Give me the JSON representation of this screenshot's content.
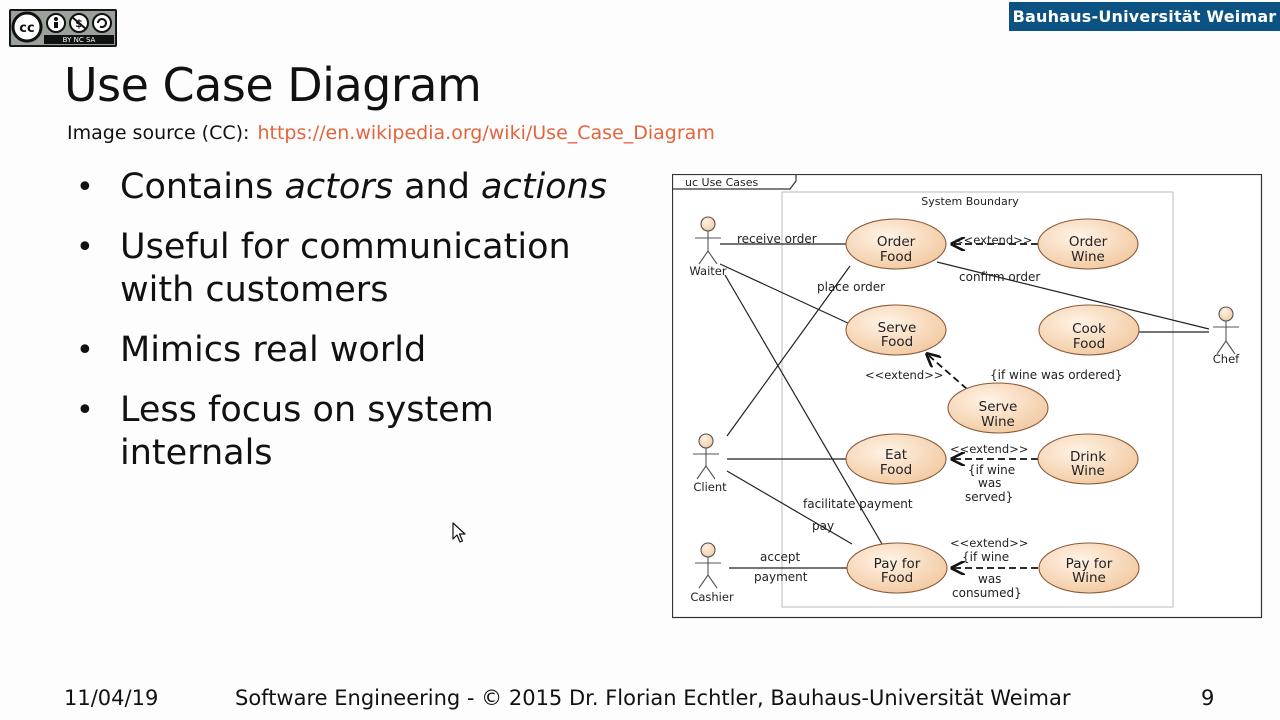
{
  "license_badge": {
    "text": "BY NC SA"
  },
  "logo": {
    "text": "Bauhaus-Universität Weimar"
  },
  "slide": {
    "title": "Use Case Diagram",
    "source_label": "Image source (CC):",
    "source_link": "https://en.wikipedia.org/wiki/Use_Case_Diagram",
    "bullets": {
      "b1_pre": "Contains ",
      "b1_em1": "actors",
      "b1_mid": " and ",
      "b1_em2": "actions",
      "b2_line1": "Useful for communication",
      "b2_line2": "with customers",
      "b3": "Mimics real world",
      "b4_line1": "Less focus on system",
      "b4_line2": "internals"
    }
  },
  "diagram": {
    "frame_label": "uc Use Cases",
    "boundary_label": "System Boundary",
    "actors": {
      "waiter": "Waiter",
      "client": "Client",
      "cashier": "Cashier",
      "chef": "Chef"
    },
    "use_cases": {
      "order_food_1": "Order",
      "order_food_2": "Food",
      "order_wine_1": "Order",
      "order_wine_2": "Wine",
      "serve_food_1": "Serve",
      "serve_food_2": "Food",
      "cook_food_1": "Cook",
      "cook_food_2": "Food",
      "serve_wine_1": "Serve",
      "serve_wine_2": "Wine",
      "eat_food_1": "Eat",
      "eat_food_2": "Food",
      "drink_wine_1": "Drink",
      "drink_wine_2": "Wine",
      "pay_food_1": "Pay for",
      "pay_food_2": "Food",
      "pay_wine_1": "Pay for",
      "pay_wine_2": "Wine"
    },
    "labels": {
      "receive_order": "receive order",
      "place_order": "place order",
      "confirm_order": "confirm order",
      "extend": "<<extend>>",
      "if_wine_ordered": "{if wine was ordered}",
      "if_wine_served_1": "{if wine",
      "if_wine_served_2": "was",
      "if_wine_served_3": "served}",
      "facilitate_payment": "facilitate payment",
      "pay": "pay",
      "accept": "accept",
      "payment": "payment",
      "if_wine_consumed_1": "{if wine",
      "if_wine_consumed_2": "was",
      "if_wine_consumed_3": "consumed}"
    },
    "colors": {
      "use_case_fill": "#f5dbbd",
      "use_case_stroke": "#a0603a",
      "actor_fill": "#f5dbbd"
    }
  },
  "footer": {
    "date": "11/04/19",
    "course": "Software Engineering -  © 2015 Dr. Florian Echtler, Bauhaus-Universität Weimar",
    "page": "9"
  }
}
